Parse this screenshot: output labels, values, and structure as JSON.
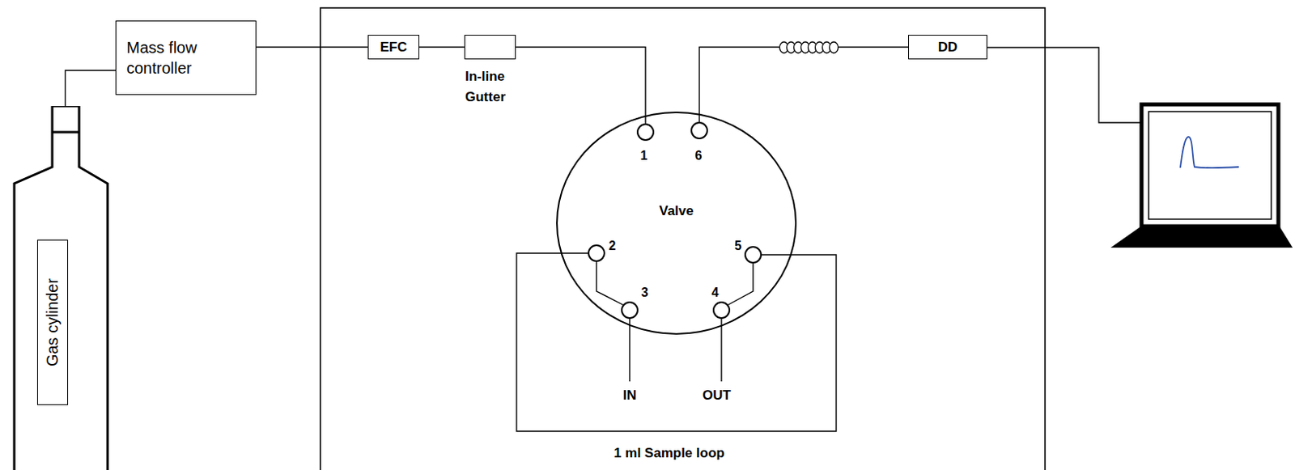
{
  "diagram": {
    "nodes": [
      {
        "text": [
          "Gas cylinder"
        ]
      },
      {
        "text": [
          "Mass flow controller"
        ]
      },
      {
        "text": [
          "EFC"
        ]
      },
      {
        "text": [
          "In-line Gutter"
        ]
      },
      {
        "text": [
          "DD"
        ]
      },
      {
        "text": [
          "Valve"
        ]
      }
    ],
    "edges": [
      {
        "from": 0,
        "to": 1,
        "arrow": "none"
      },
      {
        "from": 1,
        "to": 2,
        "arrow": "none"
      },
      {
        "from": 2,
        "to": 3,
        "arrow": "none"
      },
      {
        "from": 3,
        "to": 5,
        "arrow": "none"
      },
      {
        "from": 5,
        "to": 4,
        "arrow": "none"
      }
    ],
    "labels": [
      "1",
      "6",
      "2",
      "3",
      "5",
      "4",
      "IN",
      "OUT",
      "1 ml Sample loop"
    ]
  }
}
